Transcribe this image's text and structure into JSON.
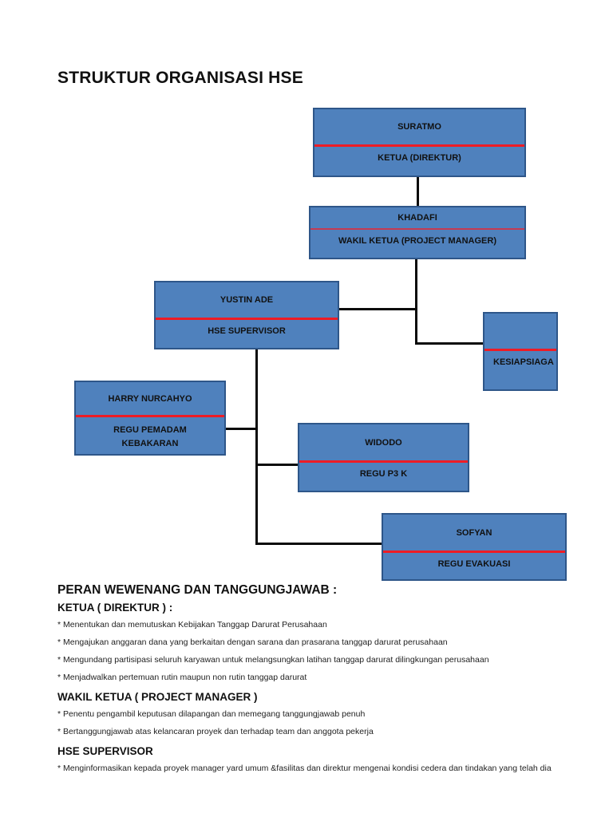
{
  "page": {
    "title": "STRUKTUR ORGANISASI HSE"
  },
  "org_chart": {
    "colors": {
      "box_fill": "#4f81bd",
      "box_border": "#2e5689",
      "divider": "#ee1c25",
      "connector": "#0b0b0b"
    },
    "nodes": [
      {
        "id": "suratmo",
        "name": "SURATMO",
        "role": "KETUA (DIREKTUR)",
        "parent": null
      },
      {
        "id": "khadafi",
        "name": "KHADAFI",
        "role": "WAKIL KETUA (PROJECT MANAGER)",
        "parent": "suratmo"
      },
      {
        "id": "yustin",
        "name": "YUSTIN ADE",
        "role": "HSE SUPERVISOR",
        "parent": "khadafi"
      },
      {
        "id": "kesiapsiagaan",
        "name": "",
        "role": "KESIAPSIAGA",
        "parent": "khadafi"
      },
      {
        "id": "harry",
        "name": "HARRY NURCAHYO",
        "role": "REGU PEMADAM KEBAKARAN",
        "parent": "yustin"
      },
      {
        "id": "widodo",
        "name": "WIDODO",
        "role": "REGU P3 K",
        "parent": "yustin"
      },
      {
        "id": "sofyan",
        "name": "SOFYAN",
        "role": "REGU EVAKUASI",
        "parent": "yustin"
      }
    ]
  },
  "sections": {
    "heading": "PERAN WEWENANG DAN TANGGUNGJAWAB :",
    "groups": [
      {
        "title": "KETUA ( DIREKTUR ) :",
        "items": [
          "* Menentukan dan memutuskan Kebijakan Tanggap Darurat Perusahaan",
          "* Mengajukan anggaran dana yang berkaitan dengan sarana dan prasarana tanggap darurat perusahaan",
          "* Mengundang partisipasi seluruh karyawan untuk melangsungkan latihan tanggap darurat dilingkungan perusahaan",
          "* Menjadwalkan pertemuan rutin maupun non rutin tanggap darurat"
        ]
      },
      {
        "title": "WAKIL KETUA  ( PROJECT MANAGER )",
        "items": [
          "* Penentu pengambil keputusan dilapangan dan memegang tanggungjawab penuh",
          "* Bertanggungjawab atas kelancaran proyek dan terhadap team dan anggota pekerja"
        ]
      },
      {
        "title": "HSE SUPERVISOR",
        "items": [
          "* Menginformasikan kepada proyek manager yard umum  &fasilitas dan direktur mengenai kondisi cedera dan tindakan yang telah dia"
        ]
      }
    ]
  }
}
